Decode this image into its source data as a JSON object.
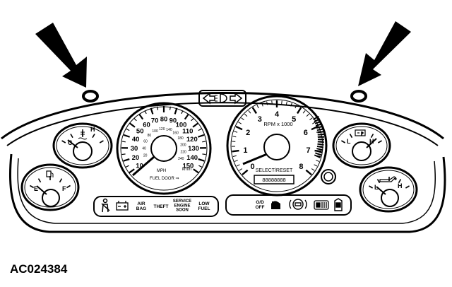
{
  "figure_code": "AC024384",
  "speedometer": {
    "mph_labels": [
      "10",
      "20",
      "30",
      "40",
      "50",
      "60",
      "70",
      "80",
      "90",
      "100",
      "110",
      "120",
      "130",
      "140",
      "150"
    ],
    "kmh_labels": [
      "20",
      "40",
      "60",
      "80",
      "100",
      "120",
      "140",
      "160",
      "180",
      "200",
      "220",
      "240"
    ],
    "unit_mph": "MPH",
    "unit_kmh": "km/h",
    "fuel_door_text": "FUEL DOOR ⇒"
  },
  "tachometer": {
    "labels": [
      "0",
      "1",
      "2",
      "3",
      "4",
      "5",
      "6",
      "7",
      "8"
    ],
    "rpm_text": "RPM x 1000",
    "button_text": "SELECT/RESET",
    "odometer": "88888888"
  },
  "left_gauges": {
    "temp": {
      "low": "C",
      "high": "H"
    },
    "fuel": {
      "low": "E",
      "high": "F"
    }
  },
  "right_gauges": {
    "battery": {
      "low": "L",
      "high": "H"
    },
    "oil": {
      "low": "L",
      "high": "H"
    }
  },
  "warning_lights_left": {
    "air_bag": "AIR\nBAG",
    "theft": "THEFT",
    "service_engine": "SERVICE\nENGINE\nSOON",
    "low_fuel": "LOW\nFUEL"
  },
  "warning_lights_right": {
    "od_off": "O/D\nOFF"
  }
}
